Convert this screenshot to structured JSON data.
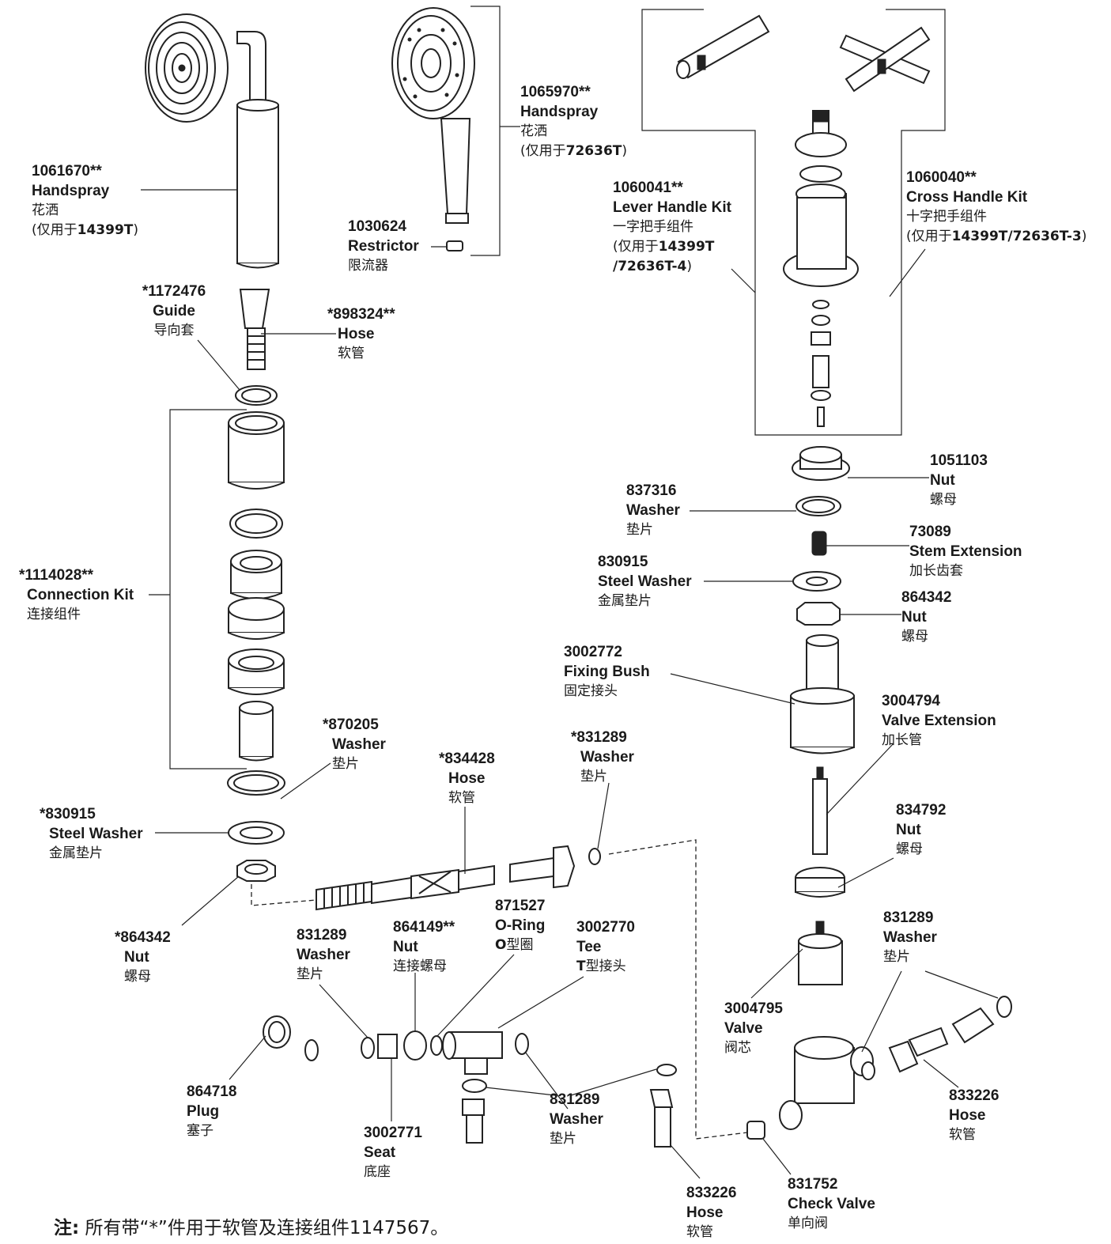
{
  "parts": [
    {
      "id": "handspray-1061670",
      "number": "1061670**",
      "name_en": "Handspray",
      "name_cn": "花洒",
      "usage_prefix": "(仅用于",
      "usage_model": "14399T",
      "usage_suffix": ")"
    },
    {
      "id": "handspray-1065970",
      "number": "1065970**",
      "name_en": "Handspray",
      "name_cn": "花洒",
      "usage_prefix": "(仅用于",
      "usage_model": "72636T",
      "usage_suffix": ")"
    },
    {
      "id": "restrictor-1030624",
      "number": "1030624",
      "name_en": "Restrictor",
      "name_cn": "限流器"
    },
    {
      "id": "lever-handle-kit-1060041",
      "number": "1060041**",
      "name_en": "Lever Handle Kit",
      "name_cn": "一字把手组件",
      "usage_prefix": "(仅用于",
      "usage_model": "14399T",
      "usage_model_2": "/72636T-4",
      "usage_suffix": ")"
    },
    {
      "id": "cross-handle-kit-1060040",
      "number": "1060040**",
      "name_en": "Cross Handle Kit",
      "name_cn": "十字把手组件",
      "usage_prefix": "(仅用于",
      "usage_model": "14399T/72636T-3",
      "usage_suffix": ")"
    },
    {
      "id": "guide-1172476",
      "number": "*1172476",
      "name_en": "Guide",
      "name_cn": "导向套"
    },
    {
      "id": "hose-898324",
      "number": "*898324**",
      "name_en": "Hose",
      "name_cn": "软管"
    },
    {
      "id": "connection-kit-1114028",
      "number": "*1114028**",
      "name_en": "Connection Kit",
      "name_cn": "连接组件"
    },
    {
      "id": "nut-1051103",
      "number": "1051103",
      "name_en": "Nut",
      "name_cn": "螺母"
    },
    {
      "id": "washer-837316",
      "number": "837316",
      "name_en": "Washer",
      "name_cn": "垫片"
    },
    {
      "id": "stem-extension-73089",
      "number": "73089",
      "name_en": "Stem Extension",
      "name_cn": "加长齿套"
    },
    {
      "id": "steel-washer-830915-top",
      "number": "830915",
      "name_en": "Steel Washer",
      "name_cn": "金属垫片"
    },
    {
      "id": "nut-864342-right",
      "number": "864342",
      "name_en": "Nut",
      "name_cn": "螺母"
    },
    {
      "id": "fixing-bush-3002772",
      "number": "3002772",
      "name_en": "Fixing Bush",
      "name_cn": "固定接头"
    },
    {
      "id": "valve-extension-3004794",
      "number": "3004794",
      "name_en": "Valve Extension",
      "name_cn": "加长管"
    },
    {
      "id": "washer-870205",
      "number": "*870205",
      "name_en": "Washer",
      "name_cn": "垫片"
    },
    {
      "id": "hose-834428",
      "number": "*834428",
      "name_en": "Hose",
      "name_cn": "软管"
    },
    {
      "id": "washer-831289-hose",
      "number": "*831289",
      "name_en": "Washer",
      "name_cn": "垫片"
    },
    {
      "id": "steel-washer-830915-left",
      "number": "*830915",
      "name_en": "Steel Washer",
      "name_cn": "金属垫片"
    },
    {
      "id": "nut-834792",
      "number": "834792",
      "name_en": "Nut",
      "name_cn": "螺母"
    },
    {
      "id": "nut-864342-left",
      "number": "*864342",
      "name_en": "Nut",
      "name_cn": "螺母"
    },
    {
      "id": "washer-831289-tee-left",
      "number": "831289",
      "name_en": "Washer",
      "name_cn": "垫片"
    },
    {
      "id": "nut-864149",
      "number": "864149**",
      "name_en": "Nut",
      "name_cn": "连接螺母"
    },
    {
      "id": "o-ring-871527",
      "number": "871527",
      "name_en": "O-Ring",
      "name_cn_prefix": "O",
      "name_cn": "型圈"
    },
    {
      "id": "tee-3002770",
      "number": "3002770",
      "name_en": "Tee",
      "name_cn_prefix": "T",
      "name_cn": "型接头"
    },
    {
      "id": "washer-831289-valve",
      "number": "831289",
      "name_en": "Washer",
      "name_cn": "垫片"
    },
    {
      "id": "valve-3004795",
      "number": "3004795",
      "name_en": "Valve",
      "name_cn": "阀芯"
    },
    {
      "id": "plug-864718",
      "number": "864718",
      "name_en": "Plug",
      "name_cn": "塞子"
    },
    {
      "id": "seat-3002771",
      "number": "3002771",
      "name_en": "Seat",
      "name_cn": "底座"
    },
    {
      "id": "washer-831289-tee-bottom",
      "number": "831289",
      "name_en": "Washer",
      "name_cn": "垫片"
    },
    {
      "id": "hose-833226-right",
      "number": "833226",
      "name_en": "Hose",
      "name_cn": "软管"
    },
    {
      "id": "hose-833226-bottom",
      "number": "833226",
      "name_en": "Hose",
      "name_cn": "软管"
    },
    {
      "id": "check-valve-831752",
      "number": "831752",
      "name_en": "Check Valve",
      "name_cn": "单向阀"
    }
  ],
  "note": {
    "label": "注:",
    "text": "所有带“*”件用于软管及连接组件1147567。"
  }
}
